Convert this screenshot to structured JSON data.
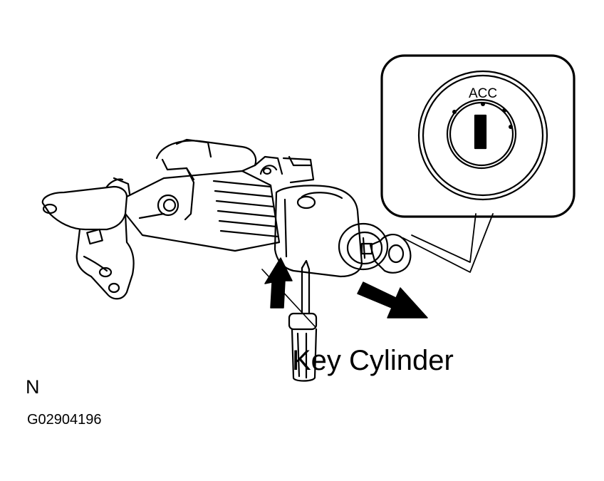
{
  "diagram": {
    "callout_label": "Key Cylinder",
    "note_letter": "N",
    "figure_code": "G02904196",
    "inset_position_label": "ACC"
  },
  "colors": {
    "ink": "#000000",
    "paper": "#ffffff"
  },
  "icons": [
    "steering-column-assembly",
    "key-cylinder",
    "ignition-key",
    "screwdriver",
    "pull-direction-arrow",
    "lift-direction-arrow",
    "ignition-switch-face-inset"
  ]
}
